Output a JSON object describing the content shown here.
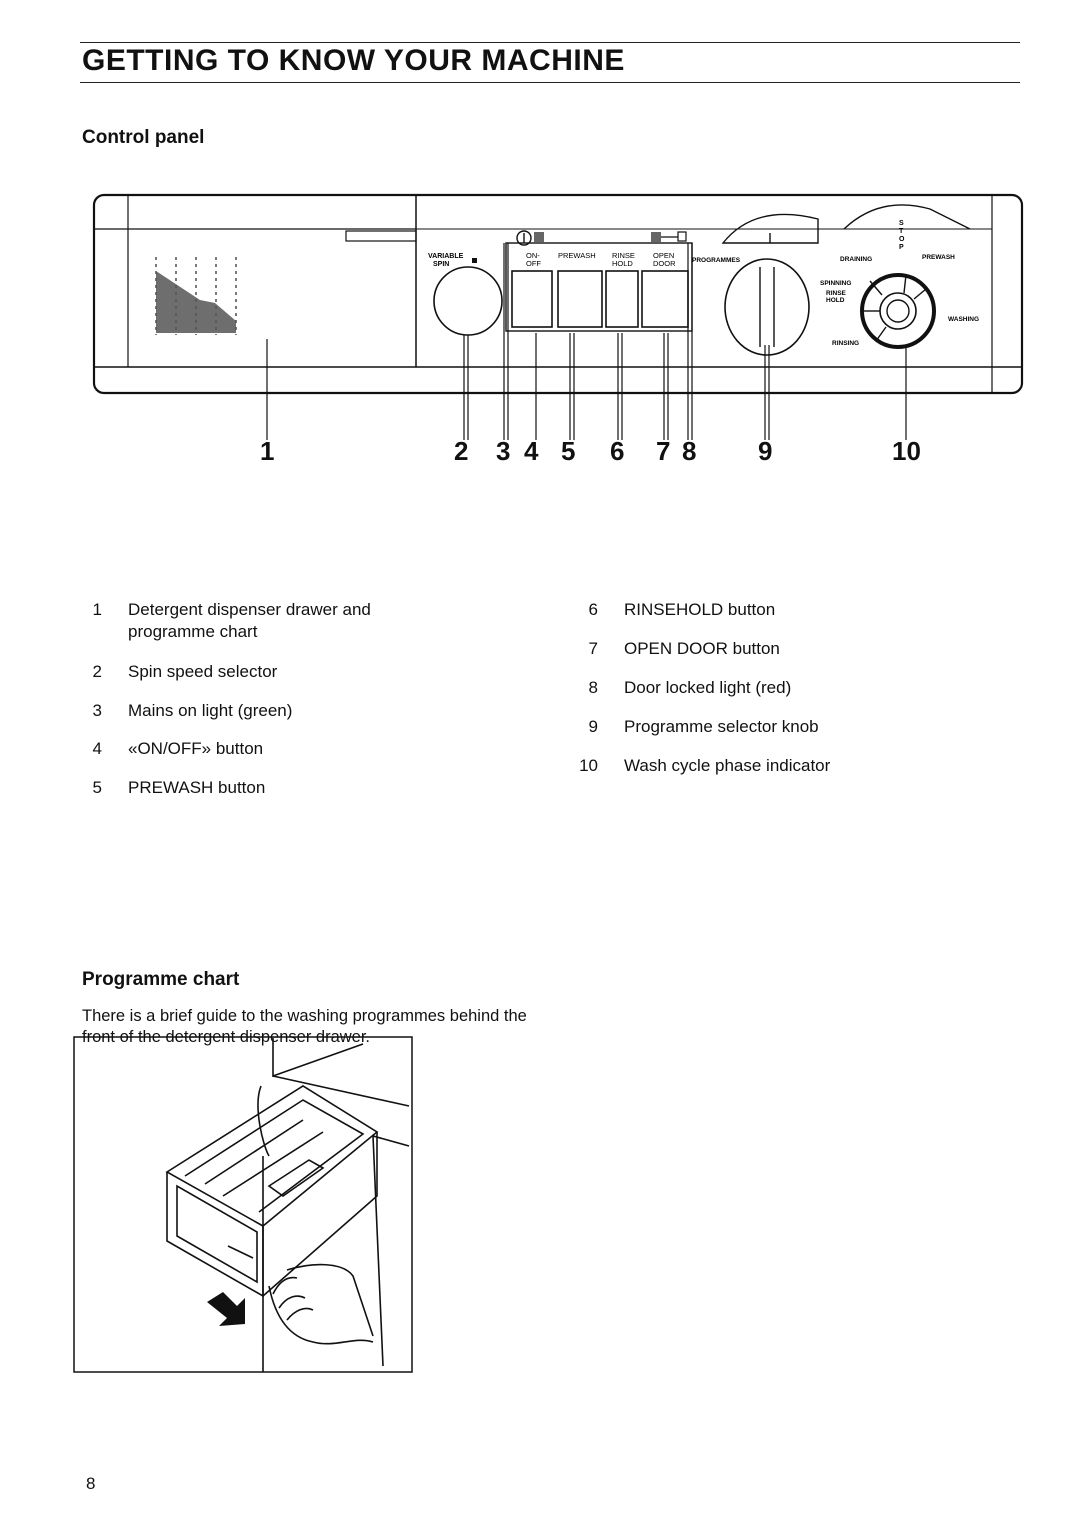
{
  "page": {
    "title": "GETTING TO KNOW YOUR MACHINE",
    "page_number": "8"
  },
  "control_panel": {
    "heading": "Control panel",
    "panel_labels": {
      "variable_spin": [
        "VARIABLE",
        "SPIN"
      ],
      "on_off": [
        "ON-",
        "OFF"
      ],
      "prewash": "PREWASH",
      "rinse_hold": [
        "RINSE",
        "HOLD"
      ],
      "open_door": [
        "OPEN",
        "DOOR"
      ],
      "programmes": "PROGRAMMES",
      "stop": [
        "S",
        "T",
        "O",
        "P"
      ],
      "draining": "DRAINING",
      "prewash_phase": "PREWASH",
      "spinning": "SPINNING",
      "rinse_hold_phase": [
        "RINSE",
        "HOLD"
      ],
      "washing": "WASHING",
      "rinsing": "RINSING"
    },
    "callouts": [
      "1",
      "2",
      "3",
      "4",
      "5",
      "6",
      "7",
      "8",
      "9",
      "10"
    ],
    "legend_left": [
      {
        "num": "1",
        "text": "Detergent dispenser drawer and programme chart"
      },
      {
        "num": "2",
        "text": "Spin speed selector"
      },
      {
        "num": "3",
        "text": "Mains on light (green)"
      },
      {
        "num": "4",
        "text": "«ON/OFF» button"
      },
      {
        "num": "5",
        "text": "PREWASH button"
      }
    ],
    "legend_right": [
      {
        "num": "6",
        "text": "RINSEHOLD button"
      },
      {
        "num": "7",
        "text": "OPEN DOOR button"
      },
      {
        "num": "8",
        "text": "Door locked light (red)"
      },
      {
        "num": "9",
        "text": "Programme selector knob"
      },
      {
        "num": "10",
        "text": "Wash cycle phase indicator"
      }
    ]
  },
  "programme_chart": {
    "heading": "Programme chart",
    "intro": "There is a brief guide to the washing programmes behind the front of the detergent dispenser drawer."
  }
}
